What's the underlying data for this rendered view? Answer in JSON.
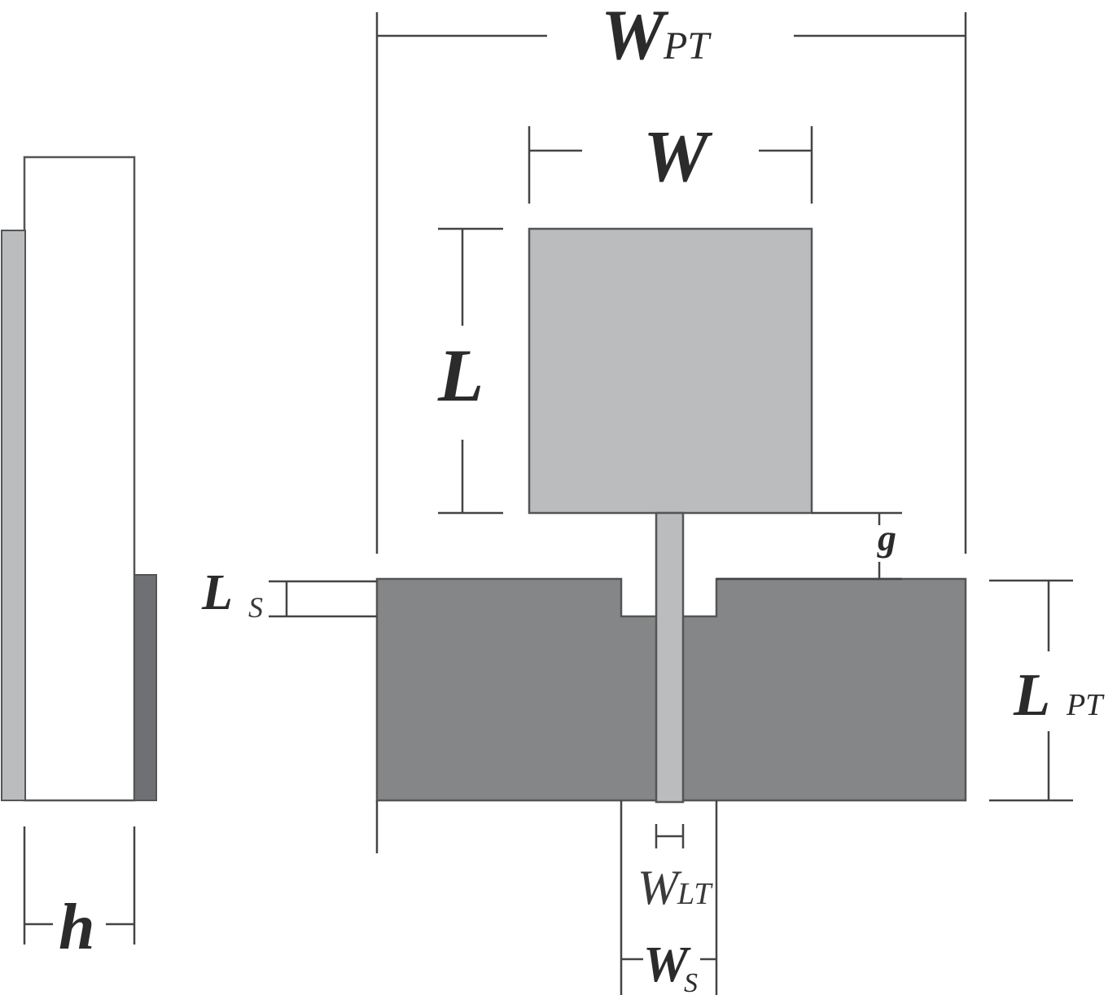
{
  "colors": {
    "patch": "#bbbcbe",
    "ground": "#858688",
    "substrate_side_light": "#bbbcbe",
    "substrate_side_dark": "#6f7073",
    "line": "#444444"
  },
  "labels": {
    "wpt_main": "W",
    "wpt_sub": "PT",
    "w": "W",
    "l": "L",
    "g": "g",
    "ls_main": "L",
    "ls_sub": "S",
    "lpt_main": "L",
    "lpt_sub": "PT",
    "wlt_main": "W",
    "wlt_sub": "LT",
    "ws_main": "W",
    "ws_sub": "S",
    "h": "h"
  }
}
